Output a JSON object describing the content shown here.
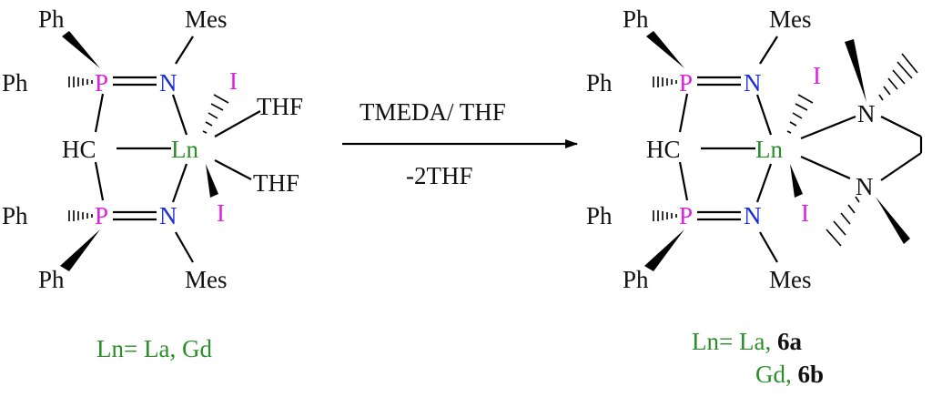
{
  "colors": {
    "phosphorus": "#e020e0",
    "nitrogen": "#1f2fd6",
    "lanthanide": "#2a8f2a",
    "iodine": "#e020e0",
    "text": "#111111"
  },
  "left": {
    "ph_top": "Ph",
    "ph_upper_left": "Ph",
    "p_top": "P",
    "n_top": "N",
    "mes_top": "Mes",
    "i_top": "I",
    "thf_1": "THF",
    "hc": "HC",
    "ln": "Ln",
    "thf_2": "THF",
    "i_bottom": "I",
    "ph_lower_left": "Ph",
    "p_bottom": "P",
    "n_bottom": "N",
    "ph_bottom": "Ph",
    "mes_bottom": "Mes",
    "caption": "Ln= La, Gd"
  },
  "arrow": {
    "top_label": "TMEDA/ THF",
    "bottom_label": "-2THF"
  },
  "right": {
    "ph_top": "Ph",
    "ph_upper_left": "Ph",
    "p_top": "P",
    "n_top": "N",
    "mes_top": "Mes",
    "i_top": "I",
    "n_tmeda_1": "N",
    "hc": "HC",
    "ln": "Ln",
    "n_tmeda_2": "N",
    "i_bottom": "I",
    "ph_lower_left": "Ph",
    "p_bottom": "P",
    "n_bottom": "N",
    "ph_bottom": "Ph",
    "mes_bottom": "Mes",
    "caption_line1_prefix": "Ln= La, ",
    "caption_line1_bold": "6a",
    "caption_line2_prefix": "Gd, ",
    "caption_line2_bold": "6b"
  }
}
